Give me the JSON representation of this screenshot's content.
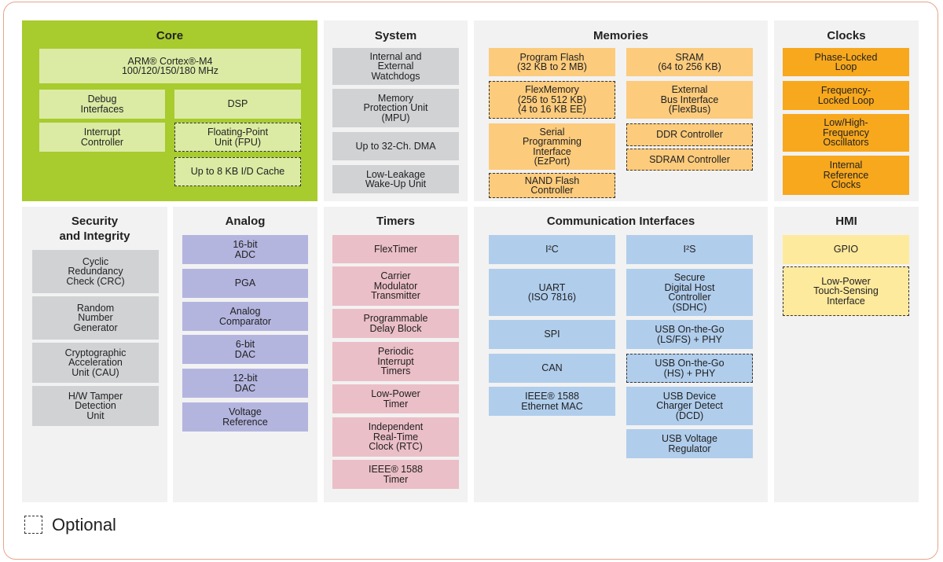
{
  "panels": {
    "core": {
      "title": "Core",
      "blocks": [
        {
          "label": "ARM® Cortex®-M4\n100/120/150/180 MHz",
          "optional": false
        },
        {
          "label": "Debug\nInterfaces",
          "optional": false
        },
        {
          "label": "DSP",
          "optional": false
        },
        {
          "label": "Interrupt\nController",
          "optional": false
        },
        {
          "label": "Floating-Point\nUnit (FPU)",
          "optional": true
        },
        {
          "label": "Up to 8 KB I/D Cache",
          "optional": true
        }
      ]
    },
    "system": {
      "title": "System",
      "blocks": [
        {
          "label": "Internal and\nExternal\nWatchdogs",
          "optional": false
        },
        {
          "label": "Memory\nProtection Unit\n(MPU)",
          "optional": false
        },
        {
          "label": "Up to 32-Ch. DMA",
          "optional": false
        },
        {
          "label": "Low-Leakage\nWake-Up Unit",
          "optional": false
        }
      ]
    },
    "memories": {
      "title": "Memories",
      "blocks": [
        {
          "label": "Program Flash\n(32 KB to 2 MB)",
          "optional": false
        },
        {
          "label": "FlexMemory\n(256 to 512 KB)\n(4 to 16 KB EE)",
          "optional": true
        },
        {
          "label": "Serial\nProgramming\nInterface\n(EzPort)",
          "optional": false
        },
        {
          "label": "NAND Flash\nController",
          "optional": true
        },
        {
          "label": "SRAM\n(64 to 256 KB)",
          "optional": false
        },
        {
          "label": "External\nBus Interface\n(FlexBus)",
          "optional": false
        },
        {
          "label": "DDR Controller",
          "optional": true
        },
        {
          "label": "SDRAM Controller",
          "optional": true
        }
      ]
    },
    "clocks": {
      "title": "Clocks",
      "blocks": [
        {
          "label": "Phase-Locked\nLoop",
          "optional": false
        },
        {
          "label": "Frequency-\nLocked Loop",
          "optional": false
        },
        {
          "label": "Low/High-\nFrequency\nOscillators",
          "optional": false
        },
        {
          "label": "Internal\nReference\nClocks",
          "optional": false
        }
      ]
    },
    "security": {
      "title": "Security\nand Integrity",
      "blocks": [
        {
          "label": "Cyclic\nRedundancy\nCheck (CRC)",
          "optional": false
        },
        {
          "label": "Random\nNumber\nGenerator",
          "optional": false
        },
        {
          "label": "Cryptographic\nAcceleration\nUnit (CAU)",
          "optional": false
        },
        {
          "label": "H/W Tamper\nDetection\nUnit",
          "optional": false
        }
      ]
    },
    "analog": {
      "title": "Analog",
      "blocks": [
        {
          "label": "16-bit\nADC",
          "optional": false
        },
        {
          "label": "PGA",
          "optional": false
        },
        {
          "label": "Analog\nComparator",
          "optional": false
        },
        {
          "label": "6-bit\nDAC",
          "optional": false
        },
        {
          "label": "12-bit\nDAC",
          "optional": false
        },
        {
          "label": "Voltage\nReference",
          "optional": false
        }
      ]
    },
    "timers": {
      "title": "Timers",
      "blocks": [
        {
          "label": "FlexTimer",
          "optional": false
        },
        {
          "label": "Carrier\nModulator\nTransmitter",
          "optional": false
        },
        {
          "label": "Programmable\nDelay Block",
          "optional": false
        },
        {
          "label": "Periodic\nInterrupt\nTimers",
          "optional": false
        },
        {
          "label": "Low-Power\nTimer",
          "optional": false
        },
        {
          "label": "Independent\nReal-Time\nClock (RTC)",
          "optional": false
        },
        {
          "label": "IEEE® 1588\nTimer",
          "optional": false
        }
      ]
    },
    "comm": {
      "title": "Communication Interfaces",
      "blocks": [
        {
          "label": "I²C",
          "optional": false
        },
        {
          "label": "UART\n(ISO 7816)",
          "optional": false
        },
        {
          "label": "SPI",
          "optional": false
        },
        {
          "label": "CAN",
          "optional": false
        },
        {
          "label": "IEEE® 1588\nEthernet MAC",
          "optional": false
        },
        {
          "label": "I²S",
          "optional": false
        },
        {
          "label": "Secure\nDigital Host\nController\n(SDHC)",
          "optional": false
        },
        {
          "label": "USB On-the-Go\n(LS/FS) + PHY",
          "optional": false
        },
        {
          "label": "USB On-the-Go\n(HS) + PHY",
          "optional": true
        },
        {
          "label": "USB Device\nCharger Detect\n(DCD)",
          "optional": false
        },
        {
          "label": "USB Voltage\nRegulator",
          "optional": false
        }
      ]
    },
    "hmi": {
      "title": "HMI",
      "blocks": [
        {
          "label": "GPIO",
          "optional": false
        },
        {
          "label": "Low-Power\nTouch-Sensing\nInterface",
          "optional": true
        }
      ]
    }
  },
  "legend": {
    "label": "Optional"
  }
}
